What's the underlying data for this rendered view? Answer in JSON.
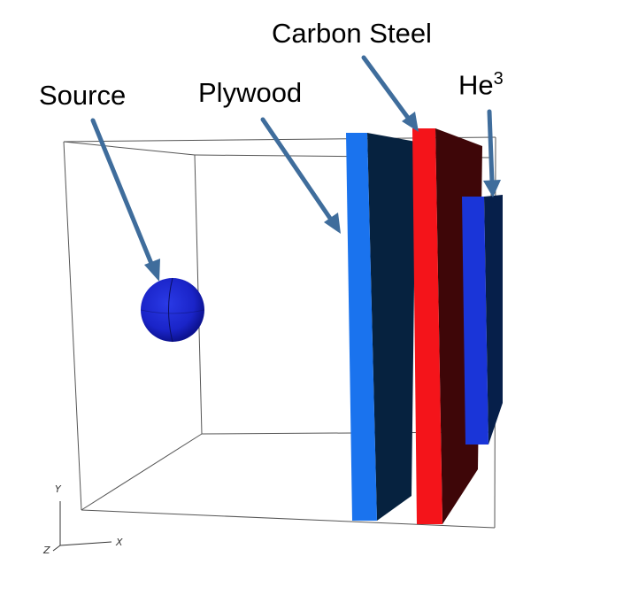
{
  "labels": {
    "source": "Source",
    "plywood": "Plywood",
    "carbon_steel": "Carbon Steel",
    "he3_base": "He",
    "he3_sup": "3"
  },
  "axes": {
    "y": "Y",
    "z": "Z",
    "x": "X"
  },
  "colors": {
    "arrow": "#3f6d9c",
    "plywood_front": "#1a73ee",
    "plywood_side": "#06223f",
    "steel_front": "#f4141a",
    "steel_side": "#3e0608",
    "detector_front": "#1a35d8",
    "detector_side": "#061f4a",
    "sphere": "#1a24c8",
    "box_lines": "#555555"
  }
}
